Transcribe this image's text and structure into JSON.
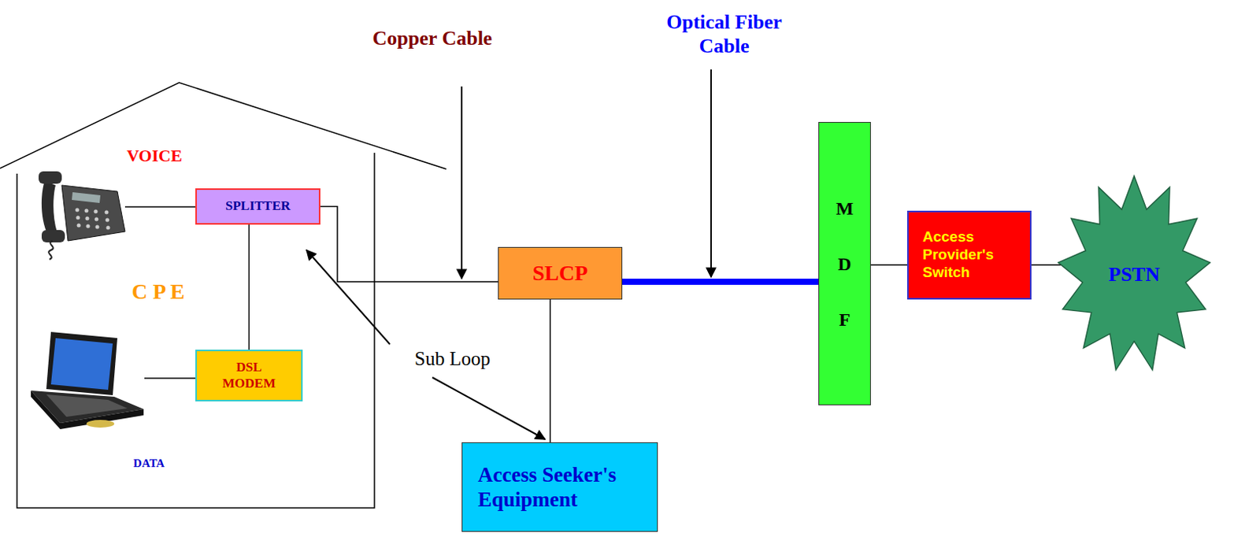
{
  "diagram": {
    "nodes": [
      {
        "text": [
          "VOICE",
          "C P E",
          "DATA"
        ]
      },
      {
        "text": [
          "SPLITTER"
        ],
        "in": 0
      },
      {
        "text": [
          "DSL MODEM"
        ],
        "in": 0
      },
      {
        "text": [
          "SLCP"
        ]
      },
      {
        "text": [
          "Access Seeker's Equipment"
        ]
      },
      {
        "text": [
          "M D F"
        ]
      },
      {
        "text": [
          "Access Provider's Switch"
        ]
      },
      {
        "text": [
          "PSTN"
        ]
      }
    ],
    "edges": [
      {
        "from": 1,
        "to": 2,
        "arrow": "none"
      },
      {
        "from": 1,
        "to": 3,
        "arrow": "none"
      },
      {
        "from": 3,
        "to": 4,
        "arrow": "none"
      },
      {
        "from": 3,
        "to": 5,
        "arrow": "none"
      },
      {
        "from": 5,
        "to": 6,
        "arrow": "none"
      },
      {
        "from": 6,
        "to": 7,
        "arrow": "none"
      }
    ],
    "labels": [
      "Copper Cable",
      "Optical Fiber Cable",
      "Sub Loop"
    ]
  }
}
